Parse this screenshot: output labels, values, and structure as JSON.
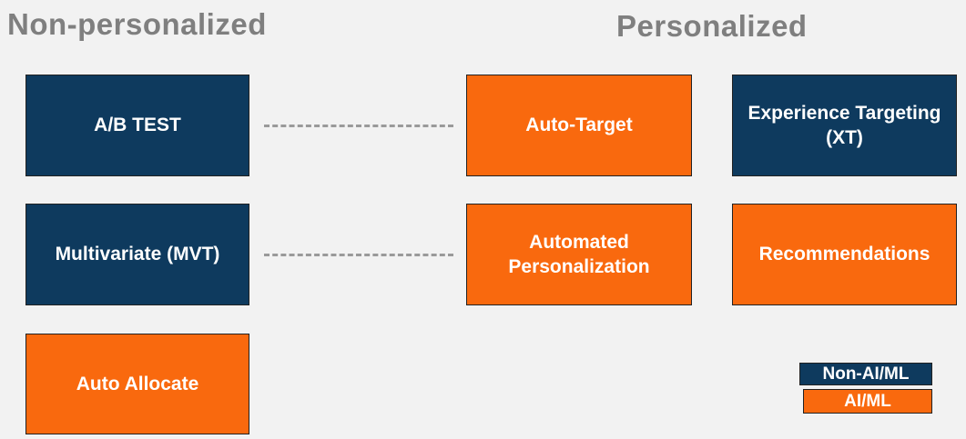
{
  "colors": {
    "navy": "#0e3a5e",
    "orange": "#f9690e",
    "heading": "#7f7f7f",
    "background": "#f2f2f2",
    "connector": "#9a9a9a"
  },
  "headings": {
    "left": "Non-personalized",
    "right": "Personalized"
  },
  "boxes": [
    {
      "id": "ab-test",
      "label": "A/B TEST",
      "type": "navy",
      "column": "non-personalized"
    },
    {
      "id": "multivariate",
      "label": "Multivariate (MVT)",
      "type": "navy",
      "column": "non-personalized"
    },
    {
      "id": "auto-allocate",
      "label": "Auto Allocate",
      "type": "orange",
      "column": "non-personalized"
    },
    {
      "id": "auto-target",
      "label": "Auto-Target",
      "type": "orange",
      "column": "personalized"
    },
    {
      "id": "automated-personalization",
      "label": "Automated Personalization",
      "type": "orange",
      "column": "personalized"
    },
    {
      "id": "experience-targeting",
      "label": "Experience Targeting (XT)",
      "type": "navy",
      "column": "personalized"
    },
    {
      "id": "recommendations",
      "label": "Recommendations",
      "type": "orange",
      "column": "personalized"
    }
  ],
  "legend": [
    {
      "id": "non-ai-ml",
      "label": "Non-AI/ML",
      "type": "navy"
    },
    {
      "id": "ai-ml",
      "label": "AI/ML",
      "type": "orange"
    }
  ]
}
